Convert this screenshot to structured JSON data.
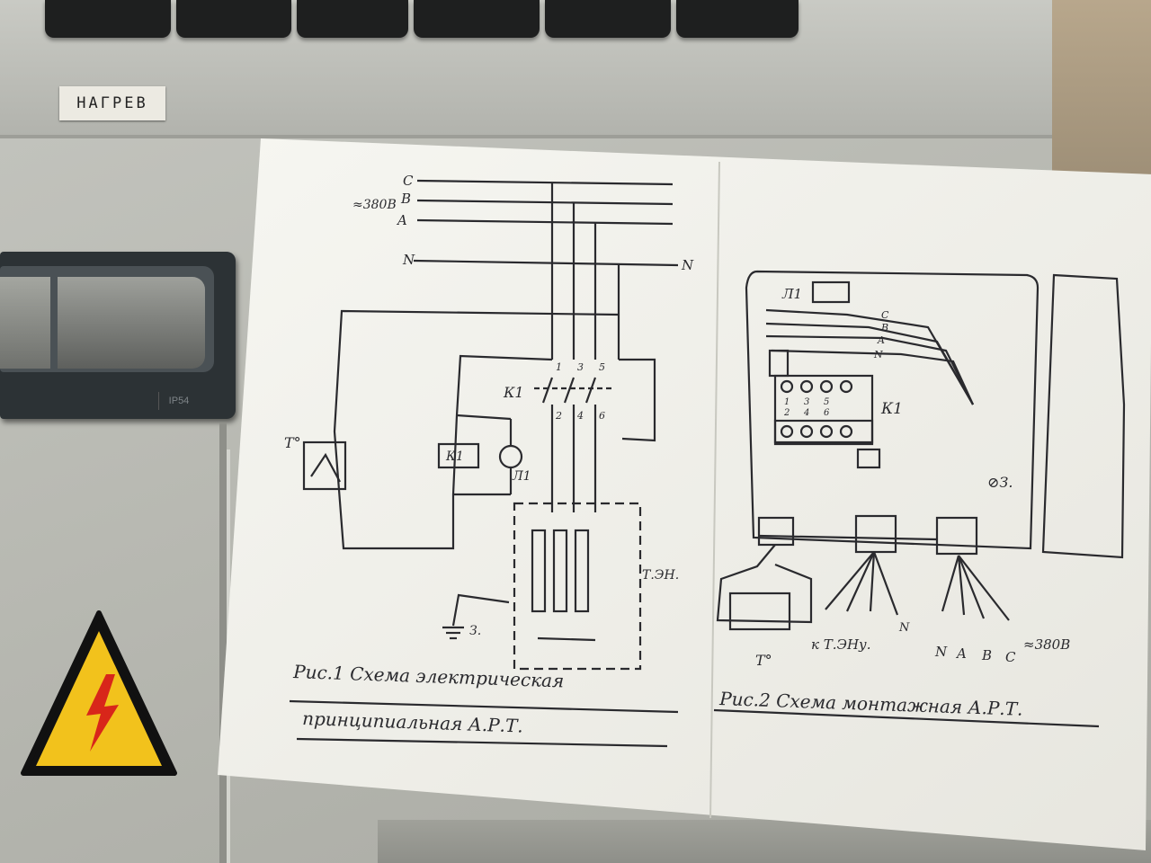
{
  "panel_label": "НАГРЕВ",
  "breaker_rating": "IP54",
  "diagram1": {
    "caption_line1": "Рис.1 Схема электрическая",
    "caption_line2": "принципиальная А.Р.Т.",
    "phase_c": "C",
    "phase_b": "B",
    "phase_a": "A",
    "neutral_left": "N",
    "neutral_right": "N",
    "voltage": "≈380В",
    "contactor": "К1",
    "coil": "К1",
    "lamp": "Л1",
    "thermostat": "Т°",
    "heaters": "Т.ЭН.",
    "ground": "З.",
    "terminals_top": [
      "1",
      "3",
      "5"
    ],
    "terminals_bottom": [
      "2",
      "4",
      "6"
    ]
  },
  "diagram2": {
    "caption": "Рис.2 Схема монтажная А.Р.Т.",
    "lamp": "Л1",
    "contactor": "К1",
    "ground": "⊘З.",
    "bus_c": "C",
    "bus_b": "B",
    "bus_a": "A",
    "bus_n": "N",
    "terminals_top": [
      "1",
      "3",
      "5"
    ],
    "terminals_bottom": [
      "2",
      "4",
      "6"
    ],
    "thermostat": "Т°",
    "to_heaters": "к Т.ЭНу.",
    "heaters_n": "N",
    "supply_n": "N",
    "supply_a": "A",
    "supply_b": "B",
    "supply_c": "C",
    "supply_voltage": "≈380В"
  }
}
